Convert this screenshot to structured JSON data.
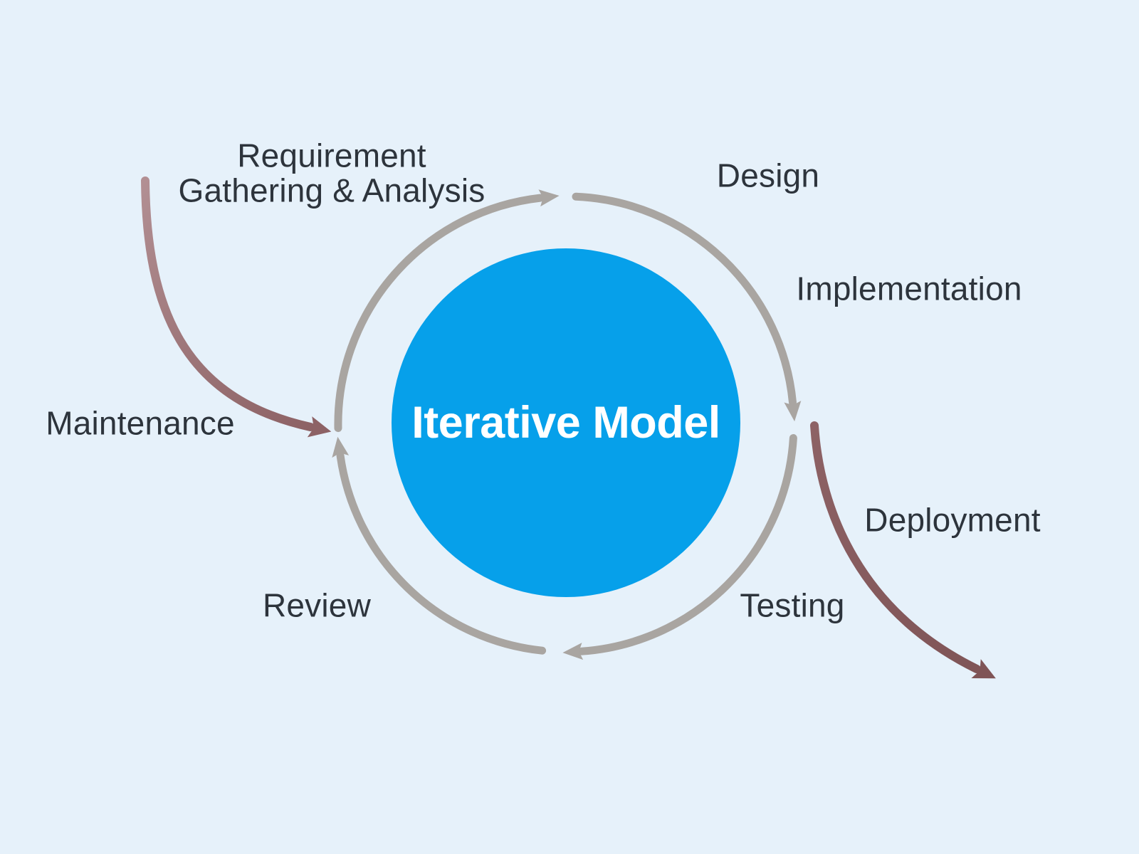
{
  "diagram": {
    "center_label": "Iterative Model",
    "phases": [
      {
        "id": "requirement",
        "label": "Requirement\nGathering & Analysis"
      },
      {
        "id": "design",
        "label": "Design"
      },
      {
        "id": "implementation",
        "label": "Implementation"
      },
      {
        "id": "deployment",
        "label": "Deployment"
      },
      {
        "id": "testing",
        "label": "Testing"
      },
      {
        "id": "review",
        "label": "Review"
      },
      {
        "id": "maintenance",
        "label": "Maintenance"
      }
    ],
    "colors": {
      "background": "#e6f1fa",
      "circle_fill": "#06a0ea",
      "circle_text": "#ffffff",
      "ring_arrow": "#a9a5a1",
      "label_text": "#2d343c",
      "external_arrow_light": "#b28f93",
      "external_arrow_mid": "#8d6265",
      "external_arrow_dark": "#7f5456"
    }
  }
}
